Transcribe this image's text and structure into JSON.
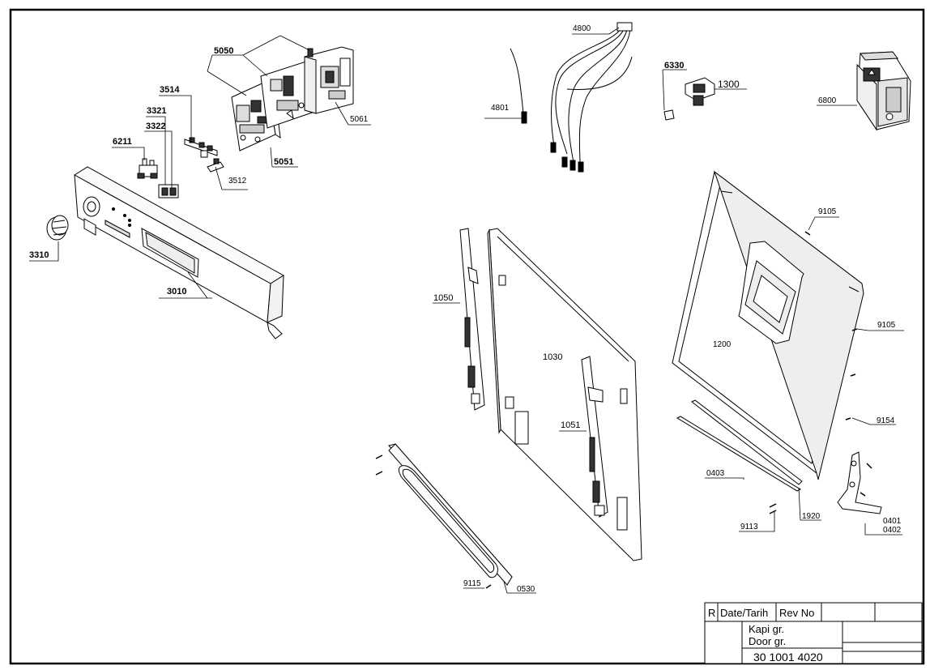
{
  "parts": {
    "p5050": "5050",
    "p5061": "5061",
    "p5051": "5051",
    "p3514": "3514",
    "p3321": "3321",
    "p3322": "3322",
    "p6211": "6211",
    "p3512": "3512",
    "p3310": "3310",
    "p3010": "3010",
    "p4800": "4800",
    "p4801": "4801",
    "p6330": "6330",
    "p1300": "1300",
    "p6800": "6800",
    "p9105a": "9105",
    "p9105b": "9105",
    "p1050": "1050",
    "p1030": "1030",
    "p1051": "1051",
    "p1200": "1200",
    "p9154": "9154",
    "p0403": "0403",
    "p9113": "9113",
    "p1920": "1920",
    "p0401": "0401",
    "p0402": "0402",
    "p9115": "9115",
    "p0530": "0530"
  },
  "title_block": {
    "r_label": "R",
    "date_label": "Date/Tarih",
    "rev_label": "Rev No",
    "name_line1": "Kapi gr.",
    "name_line2": "Door gr.",
    "drawing_number": "30 1001 4020"
  }
}
